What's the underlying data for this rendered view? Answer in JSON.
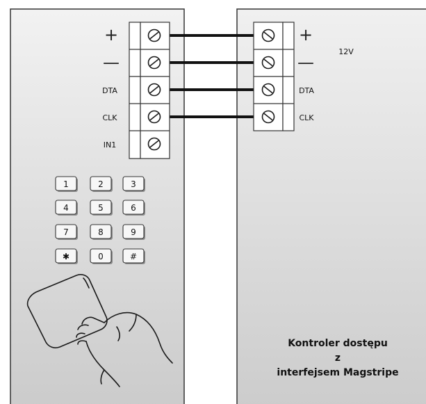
{
  "reader": {
    "terminals": [
      "+",
      "—",
      "DTA",
      "CLK",
      "IN1"
    ],
    "keypad": [
      [
        "1",
        "2",
        "3"
      ],
      [
        "4",
        "5",
        "6"
      ],
      [
        "7",
        "8",
        "9"
      ],
      [
        "✱",
        "0",
        "#"
      ]
    ]
  },
  "controller": {
    "terminals": [
      "+",
      "—",
      "DTA",
      "CLK"
    ],
    "voltage_label": "12V",
    "title_lines": [
      "Kontroler dostępu",
      "z",
      "interfejsem Magstripe"
    ]
  },
  "colors": {
    "panel_light": "#efefef",
    "panel_dark": "#cfcfcf",
    "wire": "#111111",
    "terminal_fill": "#ffffff"
  }
}
